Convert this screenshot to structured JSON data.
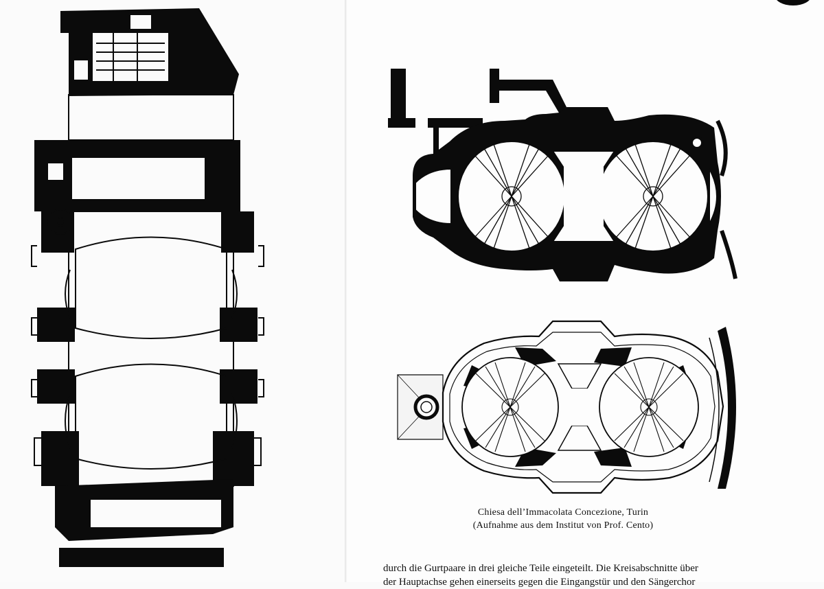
{
  "caption": {
    "title": "Chiesa dell’Immacolata Concezione, Turin",
    "source": "(Aufnahme aus dem Institut von Prof. Cento)"
  },
  "body_text": {
    "line1": "durch die Gurtpaare in drei gleiche Teile eingeteilt. Die Kreisabschnitte über",
    "line2": "der Hauptachse gehen einerseits gegen die Eingangstür und den Sängerchor"
  },
  "figures": {
    "left": "floor-plan-vertical",
    "right_top": "floor-plan-ground",
    "right_bottom": "floor-plan-vault"
  }
}
